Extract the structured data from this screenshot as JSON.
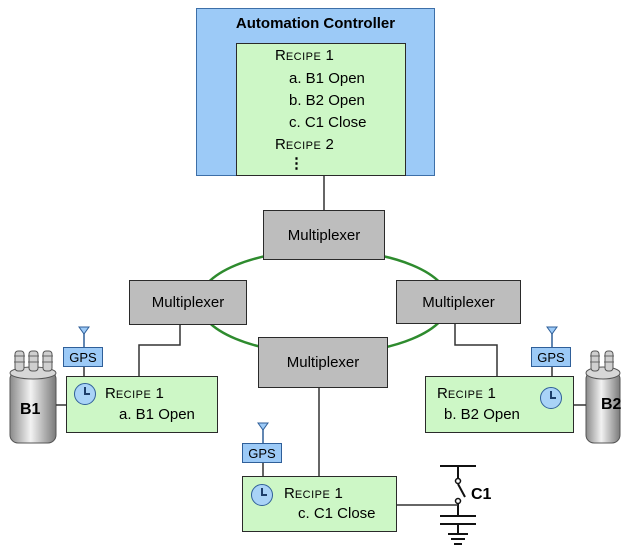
{
  "controller": {
    "title": "Automation Controller",
    "recipe1_prefix": "R",
    "recipe1_small": "ECIPE",
    "recipe1_num": "1",
    "items": [
      "a. B1 Open",
      "b. B2 Open",
      "c. C1 Close"
    ],
    "recipe2_prefix": "R",
    "recipe2_small": "ECIPE",
    "recipe2_num": "2",
    "ellipsis": "⋮"
  },
  "multiplexers": {
    "top": "Multiplexer",
    "left": "Multiplexer",
    "right": "Multiplexer",
    "middle": "Multiplexer"
  },
  "nodes": {
    "b1": {
      "prefix": "R",
      "small": "ECIPE",
      "num": "1",
      "item": "a. B1 Open"
    },
    "b2": {
      "prefix": "R",
      "small": "ECIPE",
      "num": "1",
      "item": "b. B2 Open"
    },
    "c1": {
      "prefix": "R",
      "small": "ECIPE",
      "num": "1",
      "item": "c. C1 Close"
    }
  },
  "gps_label": "GPS",
  "devices": {
    "b1_label": "B1",
    "b2_label": "B2",
    "c1_label": "C1"
  },
  "colors": {
    "controller_bg": "#9ccaf7",
    "recipe_bg": "#cdf7c6",
    "mux_bg": "#bdbdbd",
    "ring": "#2e8b2e",
    "gps_bg": "#9ccaf7"
  }
}
